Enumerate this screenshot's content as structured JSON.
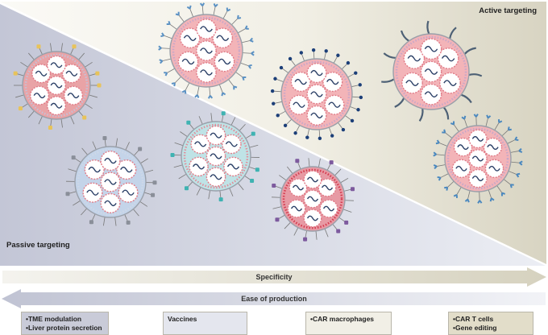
{
  "labels": {
    "passive": "Passive targeting",
    "active": "Active targeting"
  },
  "arrows": {
    "specificity": "Specificity",
    "ease": "Ease of production"
  },
  "applications": [
    {
      "items": [
        "TME modulation",
        "Liver protein secretion"
      ],
      "color": "#c9cbd8"
    },
    {
      "items": [
        "Vaccines"
      ],
      "color": "#e4e6ee"
    },
    {
      "items": [
        "CAR macrophages"
      ],
      "color": "#f1efe6"
    },
    {
      "items": [
        "CAR T cells",
        "Gene editing"
      ],
      "color": "#e2ddc9"
    }
  ],
  "nanoparticles": [
    {
      "name": "passive-lnp-yellow-ligands",
      "shell": "#e9a3a6",
      "ligand": "#e8c35a",
      "tail": "#c6c1d6"
    },
    {
      "name": "passive-lnp-grey-ligands",
      "shell": "#c4d4e9",
      "ligand": "#8a8f99",
      "tail": "#cfd8e8"
    },
    {
      "name": "passive-lnp-teal-ligands",
      "shell": "#bfe3e6",
      "ligand": "#3fb3b2",
      "tail": "#e08f9c"
    },
    {
      "name": "passive-lnp-purple-ligands",
      "shell": "#e79aa4",
      "ligand": "#7d5a9e",
      "tail": "#d43b4f"
    },
    {
      "name": "active-lnp-blue-ligands",
      "shell": "#f3b4b8",
      "ligand": "#5a91c4",
      "tail": "#c8a7c8"
    },
    {
      "name": "active-lnp-navy-ligands",
      "shell": "#f3b4b8",
      "ligand": "#1c3f78",
      "tail": "#c8a7c8"
    },
    {
      "name": "active-lnp-squiggle-ligands",
      "shell": "#f3b4b8",
      "ligand": "#4d6075",
      "tail": "#c8a7c8"
    },
    {
      "name": "active-lnp-antibody-ligands",
      "shell": "#f3b4b8",
      "ligand": "#4a88bf",
      "tail": "#c8a7c8"
    }
  ]
}
